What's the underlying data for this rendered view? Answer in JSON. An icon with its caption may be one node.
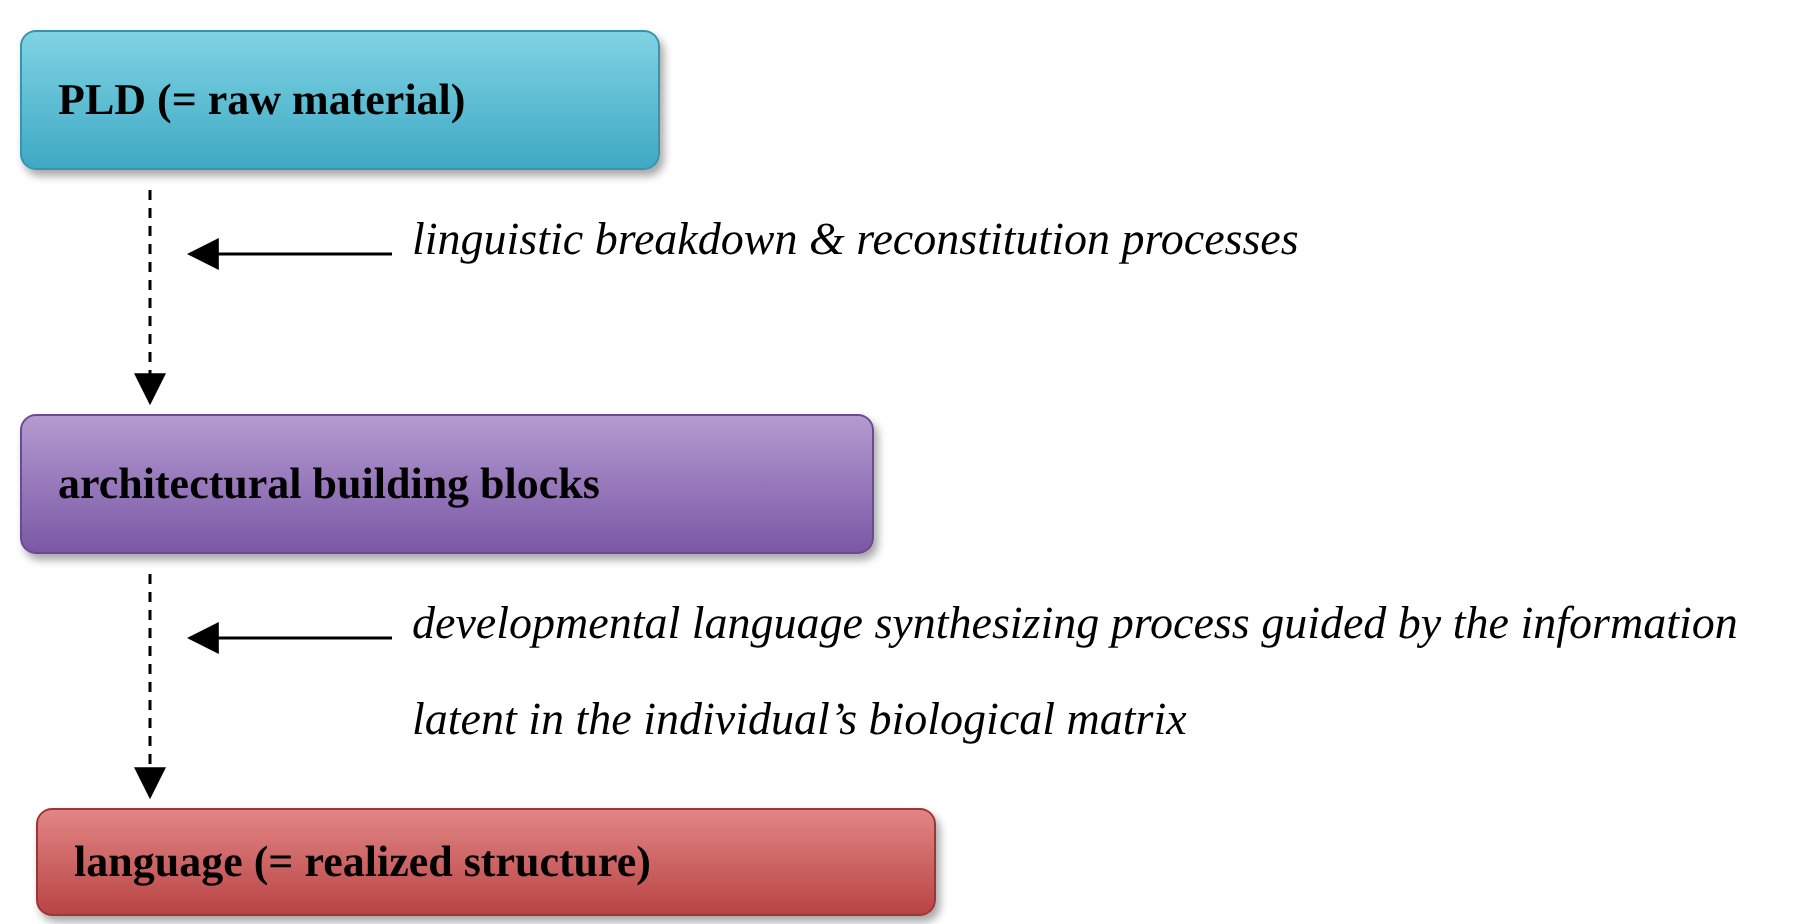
{
  "diagram": {
    "nodes": [
      {
        "text": [
          "PLD (= raw material)"
        ]
      },
      {
        "text": [
          "architectural building blocks"
        ]
      },
      {
        "text": [
          "language (= realized structure)"
        ]
      },
      {
        "text": [
          "linguistic breakdown & reconstitution processes"
        ]
      },
      {
        "text": [
          "developmental language synthesizing process guided by the information latent in the individual’s biological matrix"
        ]
      }
    ],
    "edges": [
      {
        "from": 0,
        "to": 1,
        "arrow": "to",
        "style": "dashed"
      },
      {
        "from": 1,
        "to": 2,
        "arrow": "to",
        "style": "dashed"
      },
      {
        "from": 3,
        "to": null,
        "arrow": "to"
      },
      {
        "from": 4,
        "to": null,
        "arrow": "to"
      }
    ]
  }
}
